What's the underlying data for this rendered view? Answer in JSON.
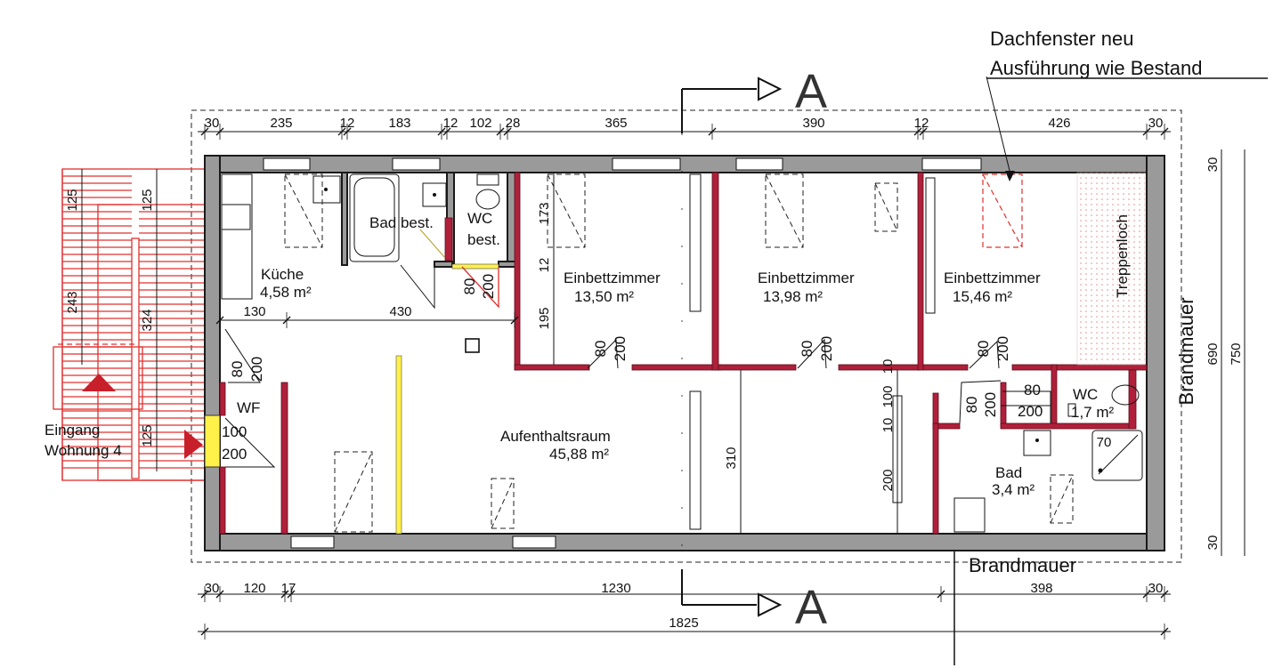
{
  "annotations": {
    "skylight_line1": "Dachfenster neu",
    "skylight_line2": "Ausführung wie Bestand",
    "section_letter": "A",
    "firewall_side": "Brandmauer",
    "firewall_bottom": "Brandmauer",
    "stair_opening": "Treppenloch",
    "entrance_line1": "Eingang",
    "entrance_line2": "Wohnung 4"
  },
  "rooms": {
    "kitchen_name": "Küche",
    "kitchen_area": "4,58 m²",
    "bath_existing": "Bad best.",
    "wc_existing_1": "WC",
    "wc_existing_2": "best.",
    "bed1_name": "Einbettzimmer",
    "bed1_area": "13,50 m²",
    "bed2_name": "Einbettzimmer",
    "bed2_area": "13,98 m²",
    "bed3_name": "Einbettzimmer",
    "bed3_area": "15,46 m²",
    "living_name": "Aufenthaltsraum",
    "living_area": "45,88 m²",
    "wf_name": "WF",
    "wc_name": "WC",
    "wc_area": "1,7 m²",
    "bath_name": "Bad",
    "bath_area": "3,4 m²"
  },
  "dims_top": [
    "30",
    "235",
    "12",
    "183",
    "12",
    "102",
    "28",
    "365",
    "390",
    "12",
    "426",
    "30"
  ],
  "dims_bottom": [
    "30",
    "120",
    "17",
    "1230",
    "398",
    "30"
  ],
  "dim_total": "1825",
  "dims_right": [
    "30",
    "690",
    "750",
    "30"
  ],
  "dims_interior": {
    "d130": "130",
    "d430": "430",
    "d173": "173",
    "d12": "12",
    "d195": "195",
    "d310": "310",
    "d10a": "10",
    "d100": "100",
    "d10b": "10",
    "d200": "200",
    "d70": "70"
  },
  "dims_stairs": {
    "s125a": "125",
    "s125b": "125",
    "s243": "243",
    "s324": "324",
    "s125c": "125"
  },
  "doors": {
    "kitchen_w": "80",
    "kitchen_h": "200",
    "bed1_w": "80",
    "bed1_h": "200",
    "bed2_w": "80",
    "bed2_h": "200",
    "bed3_w": "80",
    "bed3_h": "200",
    "wf_w": "80",
    "wf_h": "200",
    "entry_w": "100",
    "entry_h": "200",
    "bath_w": "80",
    "bath_h": "200",
    "wc_w": "80",
    "wc_h": "200"
  }
}
